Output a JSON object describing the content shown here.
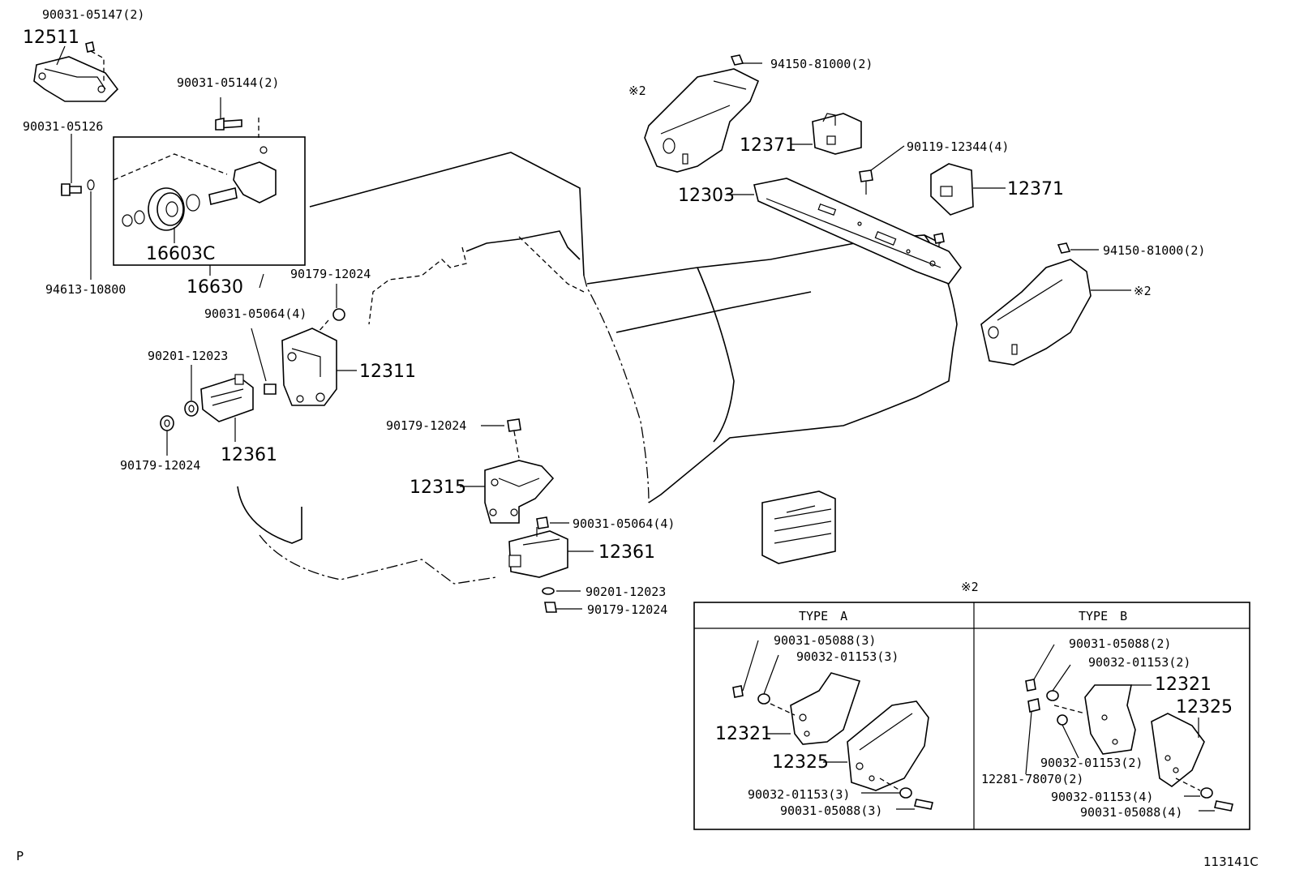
{
  "diagram": {
    "labels": {
      "p_90031_05147": "90031-05147(2)",
      "p_12511": "12511",
      "p_90031_05144": "90031-05144(2)",
      "p_90031_05126": "90031-05126",
      "p_16603C": "16603C",
      "p_94613_10800": "94613-10800",
      "p_16630": "16630",
      "p_90179_12024_a": "90179-12024",
      "p_90031_05064_a": "90031-05064(4)",
      "p_12311": "12311",
      "p_90201_12023_a": "90201-12023",
      "p_12361_a": "12361",
      "p_90179_12024_b": "90179-12024",
      "p_90179_12024_c": "90179-12024",
      "p_12315": "12315",
      "p_90031_05064_b": "90031-05064(4)",
      "p_12361_b": "12361",
      "p_90201_12023_b": "90201-12023",
      "p_90179_12024_d": "90179-12024",
      "p_94150_81000_a": "94150-81000(2)",
      "p_note2_a": "※2",
      "p_12371_a": "12371",
      "p_90119_12344": "90119-12344(4)",
      "p_12371_b": "12371",
      "p_12303": "12303",
      "p_94150_81000_b": "94150-81000(2)",
      "p_note2_b": "※2",
      "p_note2_c": "※2"
    },
    "type_table": {
      "type_a": {
        "header": "TYPE　A",
        "l1": "90031-05088(3)",
        "l2": "90032-01153(3)",
        "l3": "12321",
        "l4": "12325",
        "l5": "90032-01153(3)",
        "l6": "90031-05088(3)"
      },
      "type_b": {
        "header": "TYPE　B",
        "l1": "90031-05088(2)",
        "l2": "90032-01153(2)",
        "l3": "12321",
        "l4": "12325",
        "l5": "90032-01153(2)",
        "l6": "12281-78070(2)",
        "l7": "90032-01153(4)",
        "l8": "90031-05088(4)"
      }
    },
    "corner_left": "P",
    "figure_id": "113141C"
  }
}
